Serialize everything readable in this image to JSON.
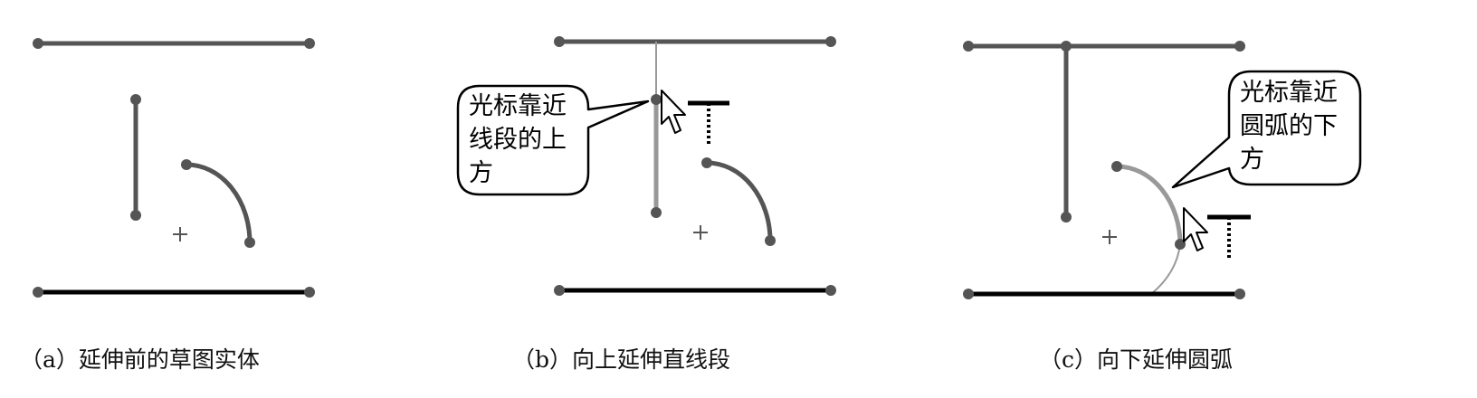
{
  "panels": [
    {
      "caption": "（a）延伸前的草图实体"
    },
    {
      "caption": "（b）向上延伸直线段",
      "callout": [
        "光标靠近",
        "线段的上",
        "方"
      ]
    },
    {
      "caption": "（c）向下延伸圆弧",
      "callout": [
        "光标靠近",
        "圆弧的下",
        "方"
      ]
    }
  ],
  "colors": {
    "entity": "#555555",
    "bottom_line": "#000000",
    "extension": "#999999",
    "callout_stroke": "#000000"
  },
  "icons": [
    "arrow-cursor-icon",
    "trim-extend-cursor-icon",
    "arc-center-plus-icon"
  ]
}
